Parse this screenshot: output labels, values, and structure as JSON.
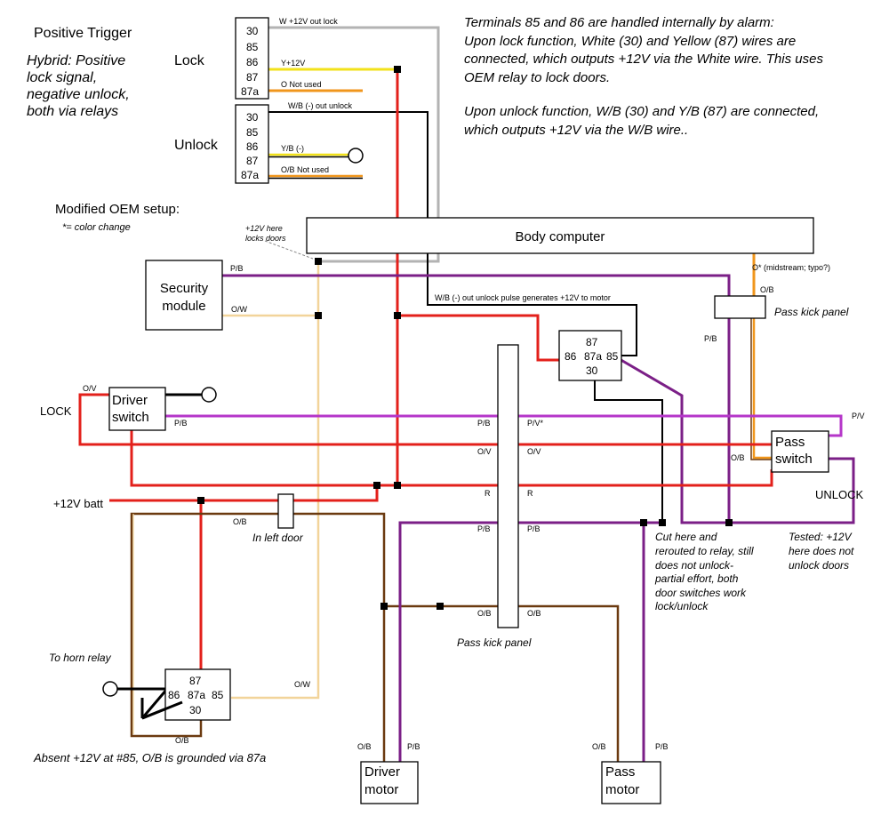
{
  "titles": {
    "positive_trigger": "Positive Trigger",
    "hybrid_lines": [
      "Hybrid: Positive",
      "lock signal,",
      "negative unlock,",
      "both via relays"
    ],
    "lock": "Lock",
    "unlock": "Unlock",
    "modified_setup": "Modified OEM setup:",
    "color_change_note": "*= color change"
  },
  "notes": {
    "lock_function": [
      "Terminals 85 and 86 are handled internally by alarm:",
      "Upon lock function, White (30) and Yellow (87) wires are",
      "connected, which outputs +12V via the White wire. This uses",
      "OEM relay to lock doors."
    ],
    "unlock_function": [
      "Upon unlock function, W/B (30) and Y/B (87) are connected,",
      "which outputs +12V via the W/B wire.."
    ],
    "locks_doors": [
      "+12V here",
      "locks doors"
    ],
    "cut_here": [
      "Cut here and",
      "rerouted to relay, still",
      "does not unlock-",
      "partial effort, both",
      "door switches work",
      "lock/unlock"
    ],
    "tested": [
      "Tested: +12V",
      "here does not",
      "unlock doors"
    ],
    "absent": "Absent +12V at #85, O/B is grounded via 87a",
    "to_horn": "To horn relay"
  },
  "relays": {
    "lock_pins": [
      "30",
      "85",
      "86",
      "87",
      "87a"
    ],
    "unlock_pins": [
      "30",
      "85",
      "86",
      "87",
      "87a"
    ],
    "mid_relay": {
      "pin87": "87",
      "pin86": "86",
      "pin87a": "87a",
      "pin85": "85",
      "pin30": "30"
    },
    "bottom_relay": {
      "pin87": "87",
      "pin86": "86",
      "pin87a": "87a",
      "pin85": "85",
      "pin30": "30"
    }
  },
  "components": {
    "body_computer": "Body computer",
    "security_module": [
      "Security",
      "module"
    ],
    "driver_switch": [
      "Driver",
      "switch"
    ],
    "pass_switch": [
      "Pass",
      "switch"
    ],
    "driver_motor": [
      "Driver",
      "motor"
    ],
    "pass_motor": [
      "Pass",
      "motor"
    ],
    "pass_kick_panel": "Pass kick panel",
    "pass_kick_panel_right": "Pass kick panel",
    "in_left_door": "In left door"
  },
  "wire_labels": {
    "w_out_lock": "W +12V out lock",
    "y12v": "Y+12V",
    "o_not_used": "O Not used",
    "wb_out_unlock": "W/B (-) out unlock",
    "yb": "Y/B (-)",
    "ob_not_used": "O/B Not used",
    "pb_security": "P/B",
    "ow_security": "O/W",
    "wb_pulse": "W/B (-) out unlock pulse generates +12V to motor",
    "o_star": "O* (midstream; typo?)",
    "ob_right": "O/B",
    "pb_right": "P/B",
    "ov_driver": "O/V",
    "pb_driver": "P/B",
    "lock_side": "LOCK",
    "unlock_side": "UNLOCK",
    "pv_right": "P/V",
    "ob_pass_switch": "O/B",
    "kick_pb_left": "P/B",
    "kick_pv_right": "P/V*",
    "kick_ov_left": "O/V",
    "kick_ov_right": "O/V",
    "kick_r_left": "R",
    "kick_r_right": "R",
    "kick_pb2_left": "P/B",
    "kick_pb2_right": "P/B",
    "kick_ob_left": "O/B",
    "kick_ob_right": "O/B",
    "batt": "+12V batt",
    "ob_door": "O/B",
    "ow_bottom": "O/W",
    "ob_bottom": "O/B",
    "driver_motor_ob": "O/B",
    "driver_motor_pb": "P/B",
    "pass_motor_ob": "O/B",
    "pass_motor_pb": "P/B"
  },
  "colors": {
    "red": "#e3201b",
    "purple": "#7b1f87",
    "violet": "#b536c9",
    "yellow": "#f2e21a",
    "orange": "#f0961c",
    "brown": "#6b3a10",
    "tan": "#f2d49a",
    "gray": "#b3b3b3",
    "black": "#000000"
  }
}
